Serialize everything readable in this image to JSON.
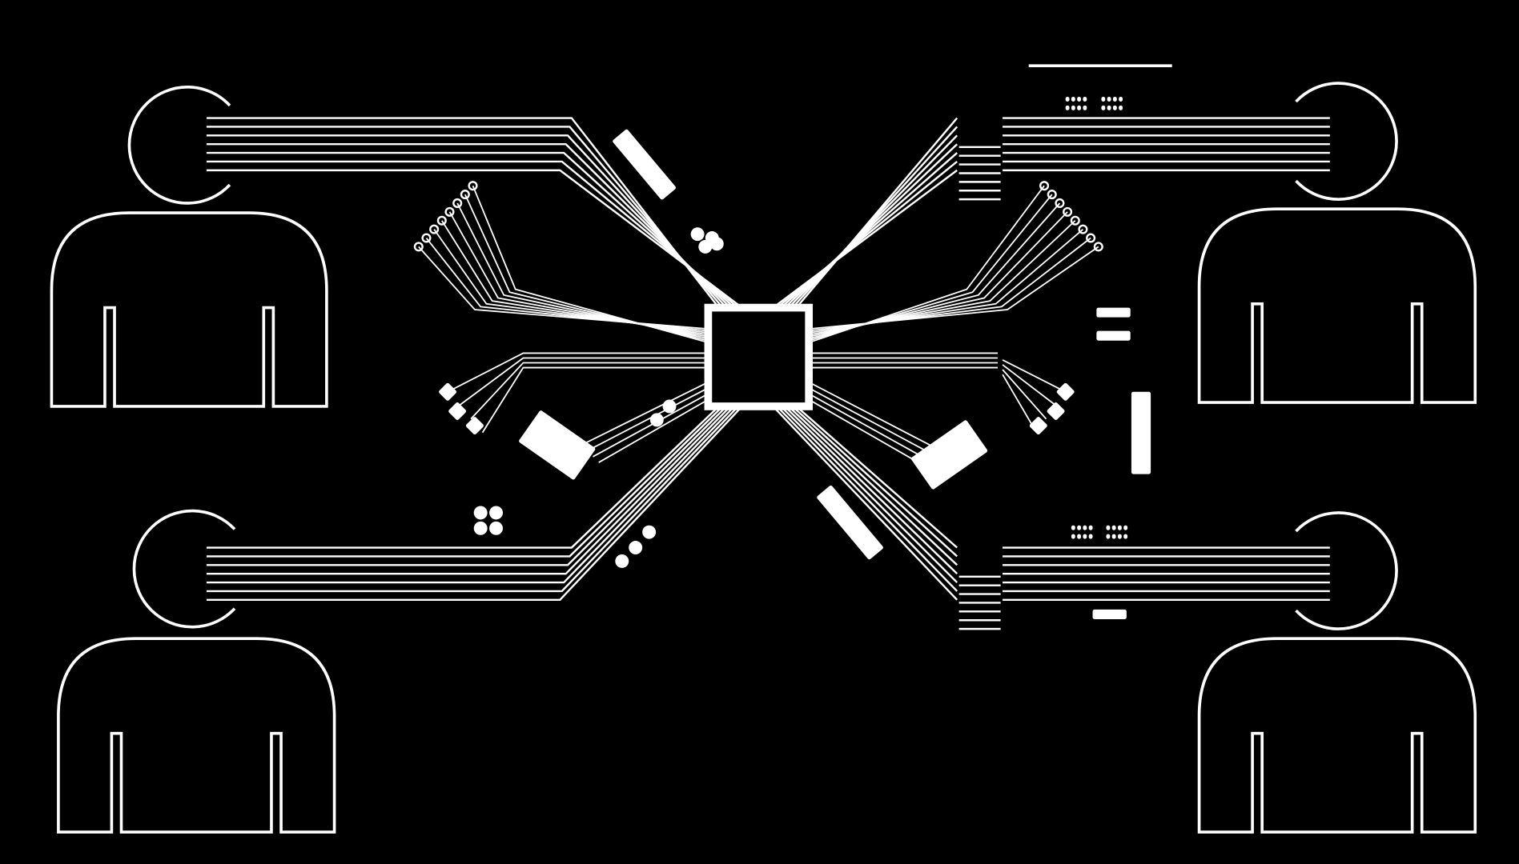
{
  "colors": {
    "background": "#000000",
    "line": "#ffffff"
  },
  "people": [
    {
      "position": "top-left"
    },
    {
      "position": "bottom-left"
    },
    {
      "position": "top-right"
    },
    {
      "position": "bottom-right"
    }
  ],
  "center": {
    "icon": "microchip-icon"
  }
}
